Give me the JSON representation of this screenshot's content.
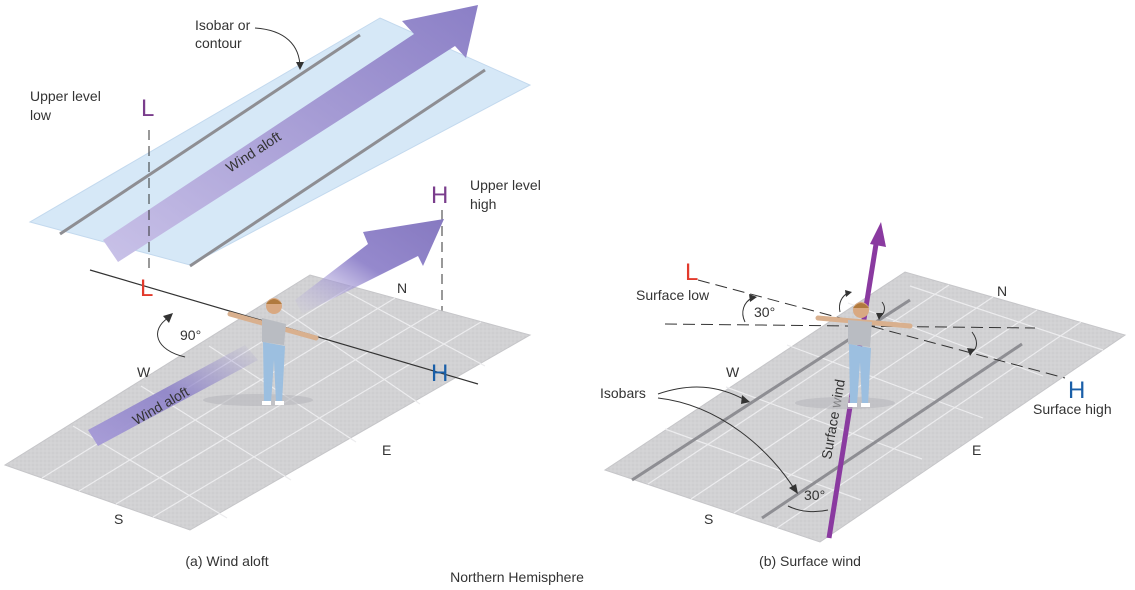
{
  "colors": {
    "low": "#e23a2c",
    "high": "#1a5fa8",
    "upper_label": "#7a3d8c",
    "plane_upper": "#d6e8f7",
    "plane_surface": "#d3d3d5",
    "wind_arrow": "#9a8fcc",
    "surface_wind": "#8a3aa0",
    "isobar": "#8e8e93"
  },
  "panel_a": {
    "isobar_label_1": "Isobar or",
    "isobar_label_2": "contour",
    "upper_low_1": "Upper level",
    "upper_low_2": "low",
    "upper_low_letter": "L",
    "upper_high_1": "Upper level",
    "upper_high_2": "high",
    "upper_high_letter": "H",
    "wind_upper": "Wind aloft",
    "wind_lower": "Wind aloft",
    "surface_low_letter": "L",
    "surface_high_letter": "H",
    "angle": "90°",
    "dir_n": "N",
    "dir_w": "W",
    "dir_e": "E",
    "dir_s": "S",
    "caption": "(a) Wind aloft"
  },
  "panel_b": {
    "low_letter": "L",
    "low_label": "Surface low",
    "high_letter": "H",
    "high_label": "Surface high",
    "angle_top": "30°",
    "angle_bottom": "30°",
    "isobars_label": "Isobars",
    "surface_wind": "Surface wind",
    "dir_n": "N",
    "dir_w": "W",
    "dir_e": "E",
    "dir_s": "S",
    "caption": "(b) Surface wind"
  },
  "footer": {
    "hemisphere": "Northern Hemisphere"
  }
}
